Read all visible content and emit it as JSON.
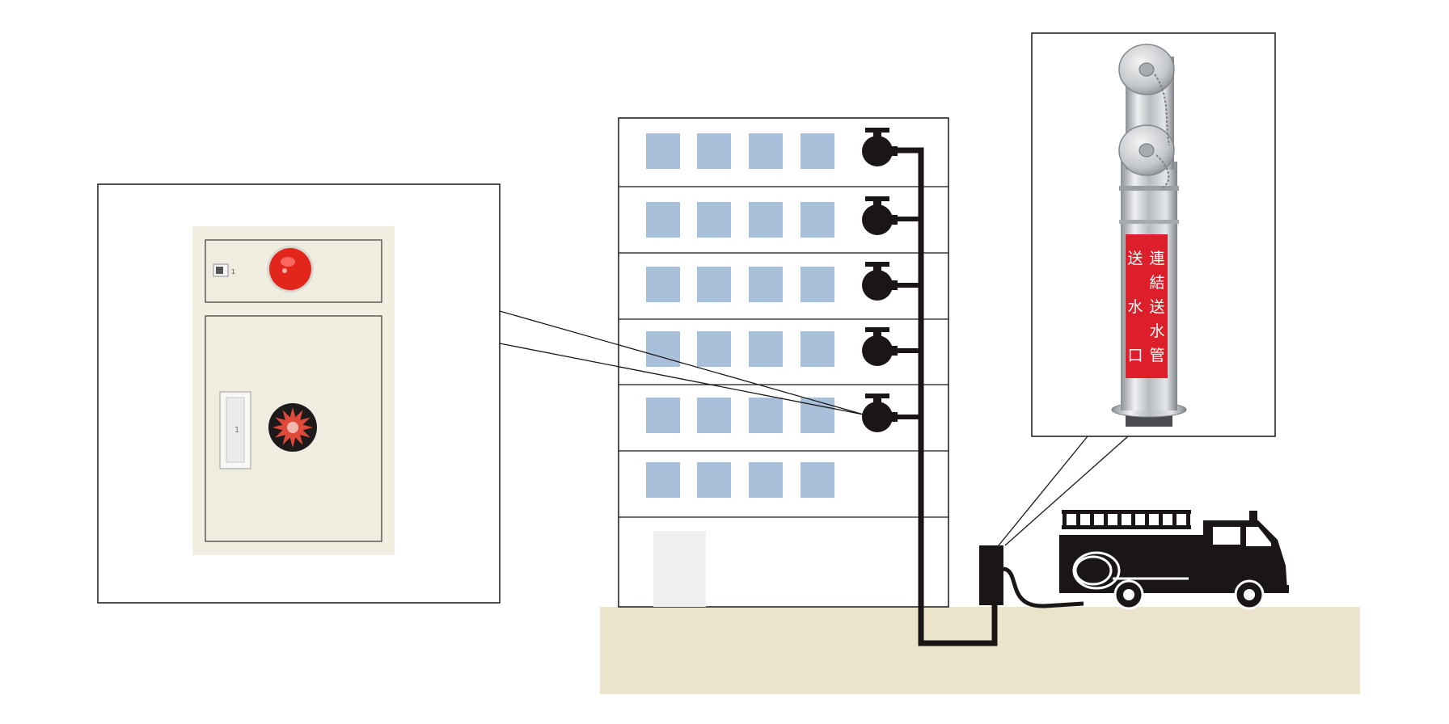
{
  "colors": {
    "window": "#a9c0db",
    "ground": "#ebe3cc",
    "silhouette": "#1a1616",
    "cabinet_body": "#f1eee2",
    "alarm_red": "#e3261c",
    "inlet_label_red": "#dc1f2b",
    "steel": "#c9cbcd"
  },
  "inlet_label": {
    "left_column": [
      "送",
      "水",
      "口"
    ],
    "right_column": [
      "連",
      "結",
      "送",
      "水",
      "管"
    ]
  },
  "cabinet": {
    "door_number": "1",
    "indicator_number": "1"
  },
  "icons": [
    "fire-hose-cabinet",
    "alarm-lamp-icon",
    "fire-emblem-icon",
    "outlet-valve-icon",
    "fire-truck-icon",
    "siamese-inlet-icon"
  ],
  "building": {
    "floors": 7,
    "windows_per_floor": 4,
    "outlet_floors": 5
  }
}
